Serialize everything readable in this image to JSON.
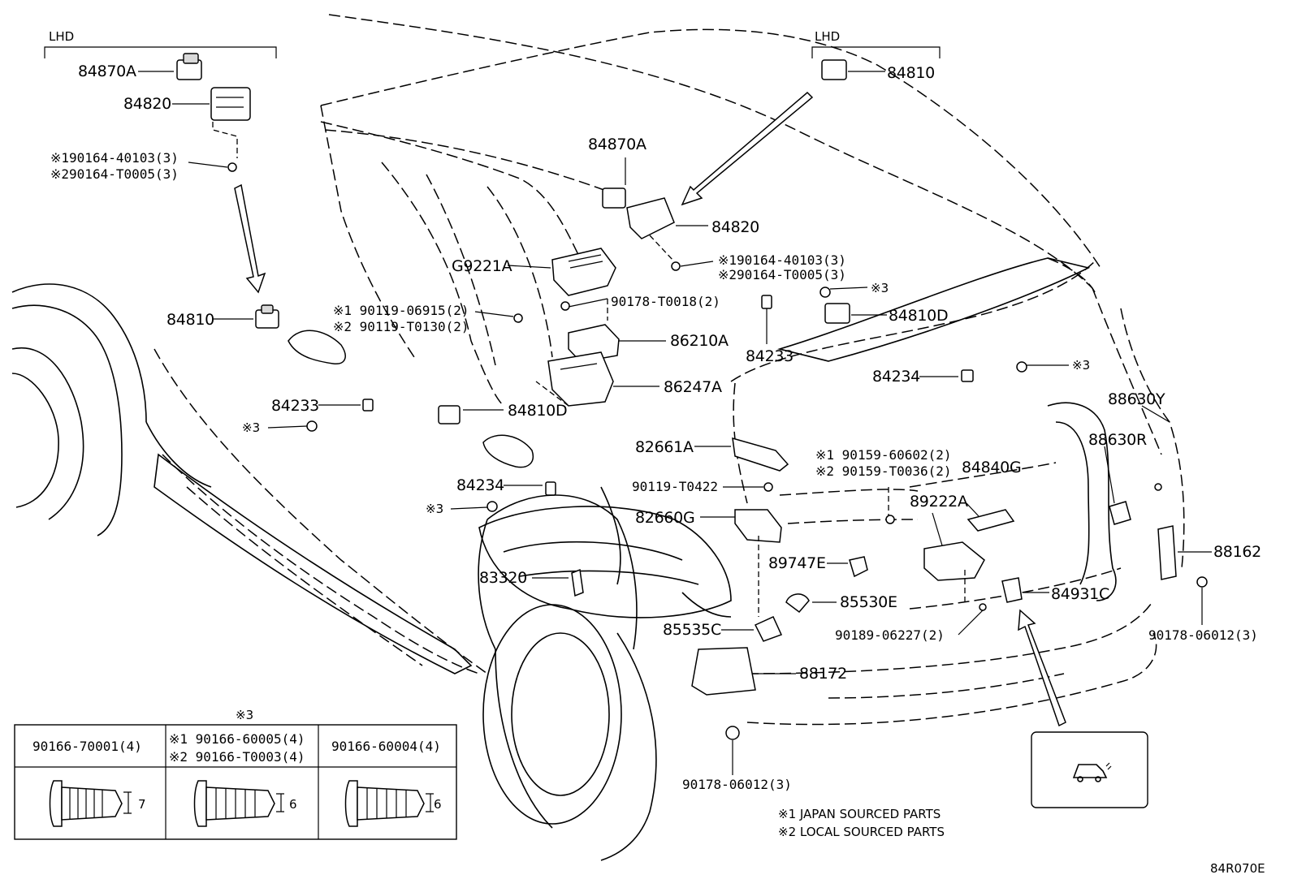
{
  "figure_id": "84R070E",
  "groups": {
    "lhd_left": "LHD",
    "lhd_right": "LHD"
  },
  "labels": {
    "l_84870A_1": "84870A",
    "l_84820_1": "84820",
    "l_note1_a": "※190164-40103(3)",
    "l_note2_a": "※290164-T0005(3)",
    "l_84810_1": "84810",
    "l_84233_1": "84233",
    "l_x3_a": "※3",
    "l_9011906915": "※1 90119-06915(2)",
    "l_90119T0130": "※2 90119-T0130(2)",
    "l_G9221A": "G9221A",
    "l_90178T0018": "90178-T0018(2)",
    "l_86210A": "86210A",
    "l_86247A": "86247A",
    "l_84810D_1": "84810D",
    "l_84234_1": "84234",
    "l_x3_b": "※3",
    "l_84870A_2": "84870A",
    "l_84820_2": "84820",
    "l_note1_b": "※190164-40103(3)",
    "l_note2_b": "※290164-T0005(3)",
    "l_x3_c": "※3",
    "l_84810D_2": "84810D",
    "l_84233_2": "84233",
    "l_84234_2": "84234",
    "l_x3_d": "※3",
    "l_84810_2": "84810",
    "l_82661A": "82661A",
    "l_9015960602": "※1 90159-60602(2)",
    "l_90159T0036": "※2 90159-T0036(2)",
    "l_84840G": "84840G",
    "l_88630Y": "88630Y",
    "l_88630R": "88630R",
    "l_90119T0422": "90119-T0422",
    "l_82660G": "82660G",
    "l_89222A": "89222A",
    "l_89747E": "89747E",
    "l_83320": "83320",
    "l_85530E": "85530E",
    "l_84931C": "84931C",
    "l_88162": "88162",
    "l_85535C": "85535C",
    "l_9018906227": "90189-06227(2)",
    "l_9017806012_r": "90178-06012(3)",
    "l_88172": "88172",
    "l_9017806012_b": "90178-06012(3)"
  },
  "fastener_table": {
    "title": "※3",
    "headers": [
      "90166-70001(4)",
      "※1 90166-60005(4)",
      "※2 90166-T0003(4)",
      "90166-60004(4)"
    ],
    "dims": [
      "7",
      "6",
      "6"
    ]
  },
  "legend": {
    "note1": "※1 JAPAN SOURCED PARTS",
    "note2": "※2 LOCAL SOURCED PARTS"
  },
  "icons": {
    "vehicle_view": "rear-suv-icon"
  }
}
